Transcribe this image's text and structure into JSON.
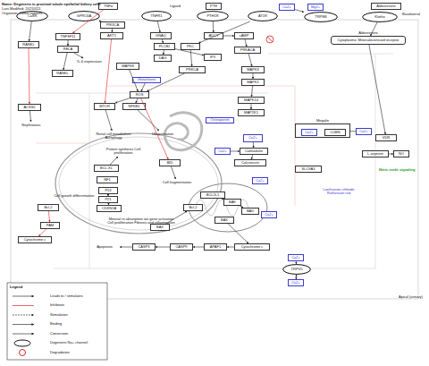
{
  "diagram": {
    "title": "Name: Degenerin in proximal tubule epithelial kidney cells",
    "nodes": [
      {
        "text": [
          "CaSR"
        ]
      },
      {
        "text": [
          "GPRC6A"
        ]
      },
      {
        "text": [
          "TNFα"
        ]
      },
      {
        "text": [
          "TNFR1"
        ]
      },
      {
        "text": [
          "PTH"
        ]
      },
      {
        "text": [
          "PTH1R"
        ]
      },
      {
        "text": [
          "AT1R"
        ]
      },
      {
        "text": [
          "Ca2+"
        ]
      },
      {
        "text": [
          "Mg2+"
        ]
      },
      {
        "text": [
          "TRPM6"
        ]
      },
      {
        "text": [
          "Aldosterone"
        ]
      },
      {
        "text": [
          "Klotho"
        ]
      },
      {
        "text": [
          "Aldosterone",
          "Cytoplasmic Mineralocorticoid receptor"
        ]
      },
      {
        "text": [
          "RANKL"
        ]
      },
      {
        "text": [
          "TNFSF11"
        ]
      },
      {
        "text": [
          "RELA"
        ]
      },
      {
        "text": [
          "IL-6 expression"
        ]
      },
      {
        "text": [
          "RANKL"
        ]
      },
      {
        "text": [
          "PIK3CA"
        ]
      },
      {
        "text": [
          "AKT1"
        ]
      },
      {
        "text": [
          "GNAQ"
        ]
      },
      {
        "text": [
          "PLCB1"
        ]
      },
      {
        "text": [
          "DAG"
        ]
      },
      {
        "text": [
          "MAPK8"
        ]
      },
      {
        "text": [
          "Glutathione"
        ]
      },
      {
        "text": [
          "PRKCA"
        ]
      },
      {
        "text": [
          "ADCY"
        ]
      },
      {
        "text": [
          "cAMP"
        ]
      },
      {
        "text": [
          "PKC"
        ]
      },
      {
        "text": [
          "IP3"
        ]
      },
      {
        "text": [
          "PRKACA"
        ]
      },
      {
        "text": [
          "MAPK3"
        ]
      },
      {
        "text": [
          "MAPK1"
        ]
      },
      {
        "text": [
          "ROS"
        ]
      },
      {
        "text": [
          "MTOR"
        ]
      },
      {
        "text": [
          "NFKB1"
        ]
      },
      {
        "text": [
          "ACSS2"
        ]
      },
      {
        "text": [
          "Nephrotoxic"
        ]
      },
      {
        "text": [
          "Renal cell metabolism Autophagy"
        ]
      },
      {
        "text": [
          "Ubiquitination"
        ]
      },
      {
        "text": [
          "MAPK14"
        ]
      },
      {
        "text": [
          "MAP2K1"
        ]
      },
      {
        "text": [
          "Osteopontin"
        ]
      },
      {
        "text": [
          "Megalin"
        ]
      },
      {
        "text": [
          "Ca2+"
        ],
        "in": 43
      },
      {
        "text": [
          "CUBN"
        ],
        "in": 43
      },
      {
        "text": [
          "Ca2+"
        ]
      },
      {
        "text": [
          "Ca2+"
        ]
      },
      {
        "text": [
          "Calmodulin"
        ]
      },
      {
        "text": [
          "Calcineurin"
        ]
      },
      {
        "text": [
          "Ca2+"
        ]
      },
      {
        "text": [
          "VDR"
        ]
      },
      {
        "text": [
          "L-arginine"
        ]
      },
      {
        "text": [
          "NO"
        ]
      },
      {
        "text": [
          "SLC9A3"
        ]
      },
      {
        "text": [
          "Ca2+"
        ]
      },
      {
        "text": [
          "Lanthanum chloride",
          "Ruthenium red"
        ]
      },
      {
        "text": [
          "Protein synthesis Cell proliferation"
        ]
      },
      {
        "text": [
          "BCL-XL"
        ]
      },
      {
        "text": [
          "NF1"
        ]
      },
      {
        "text": [
          "BID"
        ]
      },
      {
        "text": [
          "Cell fragmentation"
        ]
      },
      {
        "text": [
          "P53"
        ]
      },
      {
        "text": [
          "P21"
        ]
      },
      {
        "text": [
          "CDKN1A"
        ]
      },
      {
        "text": [
          "Cell growth differentiation"
        ]
      },
      {
        "text": [
          "Bcl-2"
        ]
      },
      {
        "text": [
          "PAM"
        ]
      },
      {
        "text": [
          "Cytochrome c"
        ]
      },
      {
        "text": [
          "Mineral re-absorption ion gene activation Cell proliferation Fibrosis and inflammation"
        ]
      },
      {
        "text": [
          "BAX"
        ]
      },
      {
        "text": [
          "Bcl-2"
        ]
      },
      {
        "text": [
          "BCL2L1"
        ]
      },
      {
        "text": [
          "BAK"
        ]
      },
      {
        "text": [
          "BAD"
        ]
      },
      {
        "text": [
          "Ca2+"
        ]
      },
      {
        "text": [
          "BAX"
        ]
      },
      {
        "text": [
          "Apoptosis"
        ]
      },
      {
        "text": [
          "CASP3"
        ]
      },
      {
        "text": [
          "CASP9"
        ]
      },
      {
        "text": [
          "APAF1"
        ]
      },
      {
        "text": [
          "Cytochrome c"
        ]
      },
      {
        "text": [
          "Ca2+"
        ]
      },
      {
        "text": [
          "TRPV5"
        ]
      },
      {
        "text": [
          "Ca2+"
        ]
      }
    ],
    "edges": [
      {
        "from": 0,
        "to": 13,
        "arrow": "to"
      },
      {
        "from": 2,
        "to": 14,
        "arrow": "to"
      },
      {
        "from": 14,
        "to": 15,
        "arrow": "to"
      },
      {
        "from": 15,
        "to": 16,
        "arrow": "to"
      },
      {
        "from": 15,
        "to": 17,
        "arrow": "to"
      },
      {
        "from": 1,
        "to": 18,
        "arrow": "to"
      },
      {
        "from": 18,
        "to": 19,
        "arrow": "to"
      },
      {
        "from": 3,
        "to": 20,
        "arrow": "to"
      },
      {
        "from": 20,
        "to": 21,
        "arrow": "to"
      },
      {
        "from": 21,
        "to": 22,
        "arrow": "to"
      },
      {
        "from": 21,
        "to": 29,
        "arrow": "to"
      },
      {
        "from": 5,
        "to": 26,
        "arrow": "to"
      },
      {
        "from": 26,
        "to": 27,
        "arrow": "to"
      },
      {
        "from": 27,
        "to": 30,
        "arrow": "to"
      },
      {
        "from": 30,
        "to": 31,
        "arrow": "to"
      },
      {
        "from": 31,
        "to": 32,
        "arrow": "to"
      },
      {
        "from": 32,
        "to": 40,
        "arrow": "to"
      },
      {
        "from": 40,
        "to": 41,
        "arrow": "to"
      },
      {
        "from": 6,
        "to": 28,
        "arrow": "to"
      },
      {
        "from": 28,
        "to": 25,
        "arrow": "to"
      },
      {
        "from": 25,
        "to": 33,
        "arrow": "to"
      },
      {
        "from": 33,
        "to": 34,
        "arrow": "to"
      },
      {
        "from": 33,
        "to": 35,
        "arrow": "to"
      },
      {
        "from": 34,
        "to": 38,
        "arrow": "to"
      },
      {
        "from": 35,
        "to": 39,
        "arrow": "to"
      },
      {
        "from": 36,
        "to": 37,
        "arrow": "to"
      },
      {
        "from": 13,
        "to": 36,
        "arrow": "to"
      },
      {
        "from": 47,
        "to": 48,
        "arrow": "to"
      },
      {
        "from": 48,
        "to": 49,
        "arrow": "to"
      },
      {
        "from": 11,
        "to": 12,
        "arrow": "to"
      },
      {
        "from": 12,
        "to": 51,
        "arrow": "to"
      },
      {
        "from": 52,
        "to": 53,
        "arrow": "to"
      },
      {
        "from": 43,
        "to": 46,
        "arrow": "none"
      },
      {
        "from": 60,
        "to": 61,
        "arrow": "to"
      },
      {
        "from": 58,
        "to": 57,
        "arrow": "to"
      },
      {
        "from": 66,
        "to": 67,
        "arrow": "to"
      },
      {
        "from": 67,
        "to": 68,
        "arrow": "to"
      },
      {
        "from": 70,
        "to": 71,
        "arrow": "to"
      },
      {
        "from": 72,
        "to": 73,
        "arrow": "to"
      },
      {
        "from": 73,
        "to": 74,
        "arrow": "to"
      },
      {
        "from": 76,
        "to": 81,
        "arrow": "to"
      },
      {
        "from": 81,
        "to": 80,
        "arrow": "to"
      },
      {
        "from": 80,
        "to": 79,
        "arrow": "to"
      },
      {
        "from": 79,
        "to": 78,
        "arrow": "to"
      },
      {
        "from": 78,
        "to": 77,
        "arrow": "to"
      },
      {
        "from": 82,
        "to": 83,
        "arrow": "to"
      },
      {
        "from": 84,
        "to": 83,
        "arrow": "both"
      },
      {
        "from": 19,
        "to": 34,
        "arrow": "to"
      },
      {
        "from": 23,
        "to": 33,
        "arrow": "to"
      },
      {
        "from": 33,
        "to": 60,
        "arrow": "to"
      },
      {
        "from": 24,
        "to": 33,
        "arrow": "to"
      },
      {
        "from": 7,
        "to": 9,
        "arrow": "to"
      },
      {
        "from": 62,
        "to": 63,
        "arrow": "to"
      },
      {
        "from": 63,
        "to": 64,
        "arrow": "to"
      },
      {
        "from": 50,
        "to": 48,
        "arrow": "to"
      }
    ],
    "labels": [
      "Last-Modified: 20210111",
      "Organism: Homo sapiens",
      "Ligand",
      "Basolateral",
      "Apical (urinary)",
      "Nitric oxide signaling",
      "Legend"
    ],
    "legend": [
      {
        "text": "Leads to / stimulates"
      },
      {
        "text": "Inhibition"
      },
      {
        "text": "Stimulation"
      },
      {
        "text": "Binding"
      },
      {
        "text": "Conversion"
      },
      {
        "text": "Degenerin Na+ channel"
      },
      {
        "text": "Degradation"
      }
    ]
  }
}
